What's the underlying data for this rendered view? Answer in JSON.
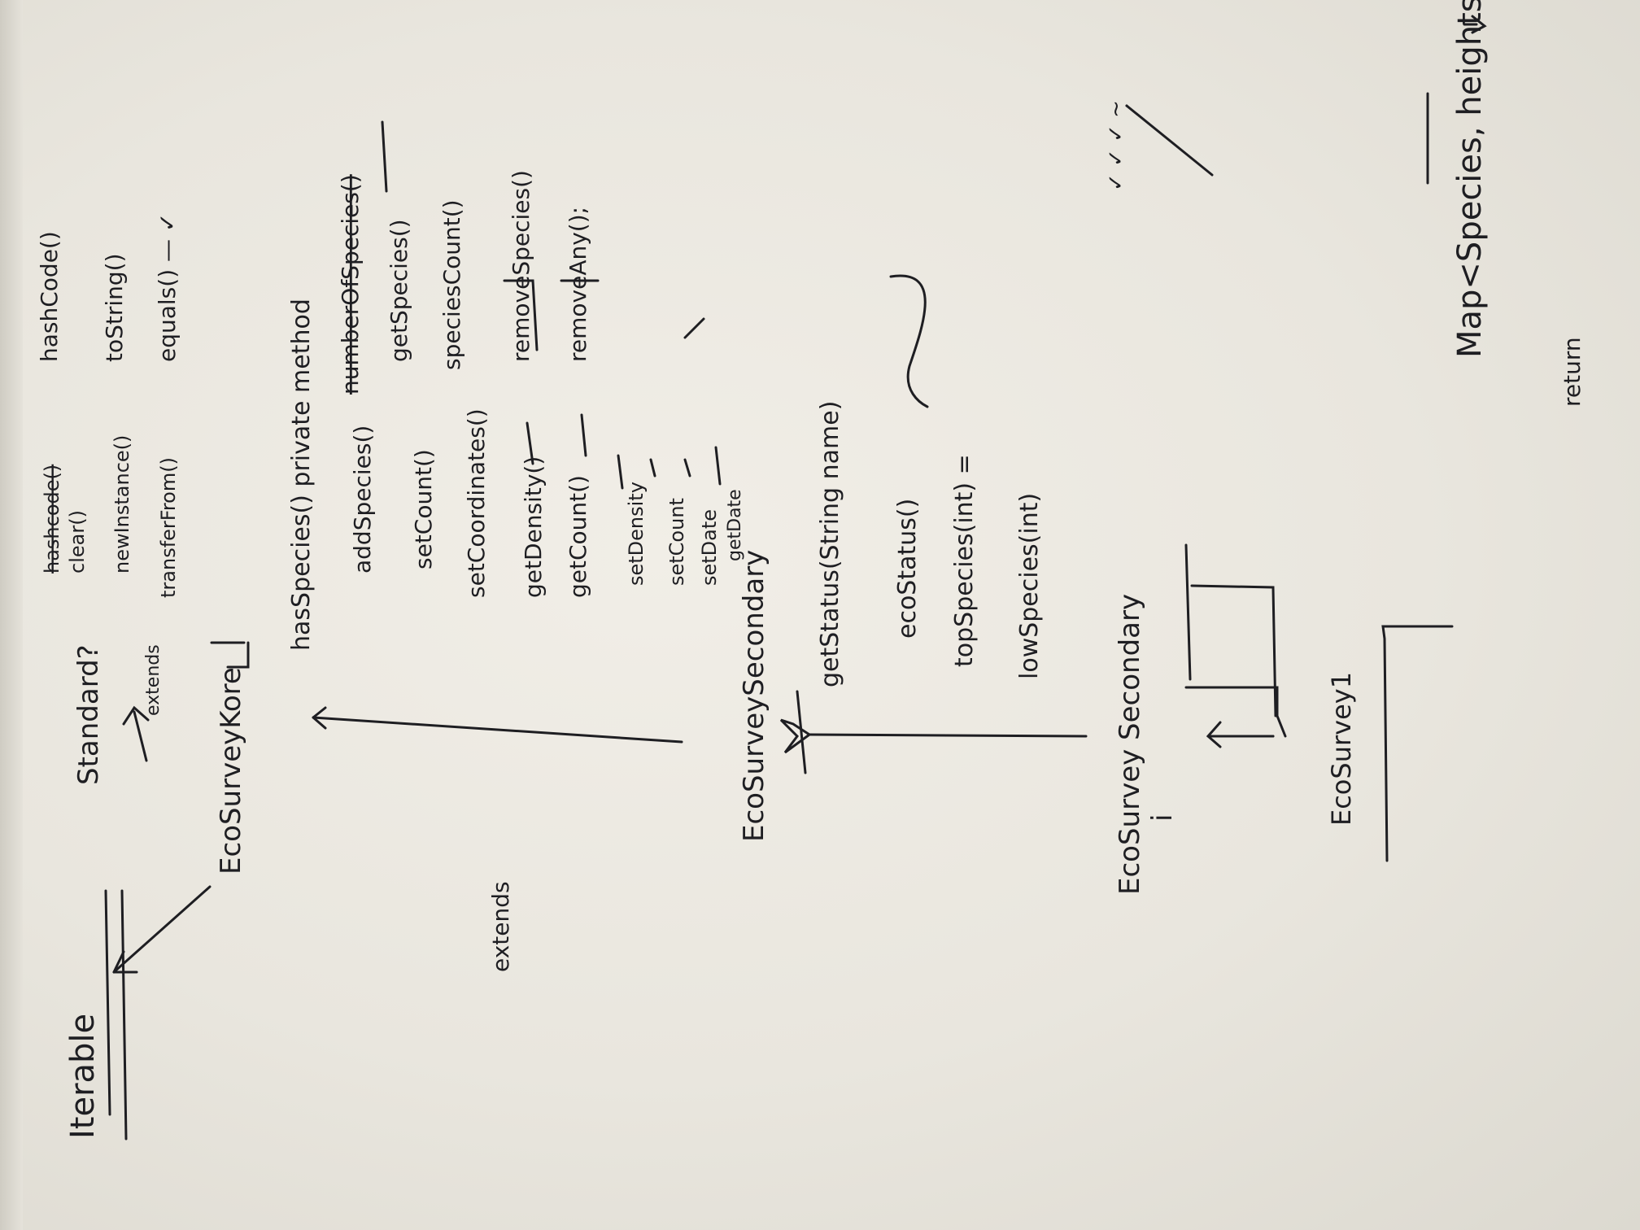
{
  "texts": {
    "iterable": "Iterable",
    "ecosurvey_kore": "EcoSurveyKore",
    "standard": "Standard?",
    "extends_short": "extends",
    "hashcode_struck": "hashcode()",
    "clear": "clear()",
    "new_instance": "newInstance()",
    "transfer_from": "transferFrom()",
    "hashcode": "hashCode()",
    "to_string": "toString()",
    "equals": "equals() — ✓",
    "has_species": "hasSpecies() private method",
    "add_species": "addSpecies()",
    "set_count": "setCount()",
    "set_coordinates": "setCoordinates()",
    "get_density": "getDensity()",
    "get_count": "getCount()",
    "set_density": "setDensity",
    "set_count2": "setCount",
    "set_date": "setDate",
    "get_date": "getDate",
    "number_of_species": "numberOfSpecies()",
    "get_species": "getSpecies()",
    "species_count": "speciesCount()",
    "remove_species": "removeSpecies()",
    "remove_any": "removeAny();",
    "extends_long": "extends",
    "ecosurvey_secondary": "EcoSurveySecondary",
    "get_status": "getStatus(String name)",
    "eco_status": "ecoStatus()",
    "top_species": "topSpecies(int) =",
    "low_species": "lowSpecies(int)",
    "ecosurvey_secondary2": "EcoSurvey Secondary",
    "i_marker": "i",
    "ecosurvey1": "EcoSurvey1",
    "map_species": "Map<Species, heights",
    "return": "return",
    "margin_note": "✓ ✓ ✓ ~"
  },
  "colors": {
    "ink": "#1e1e22",
    "paper": "#efece5"
  }
}
